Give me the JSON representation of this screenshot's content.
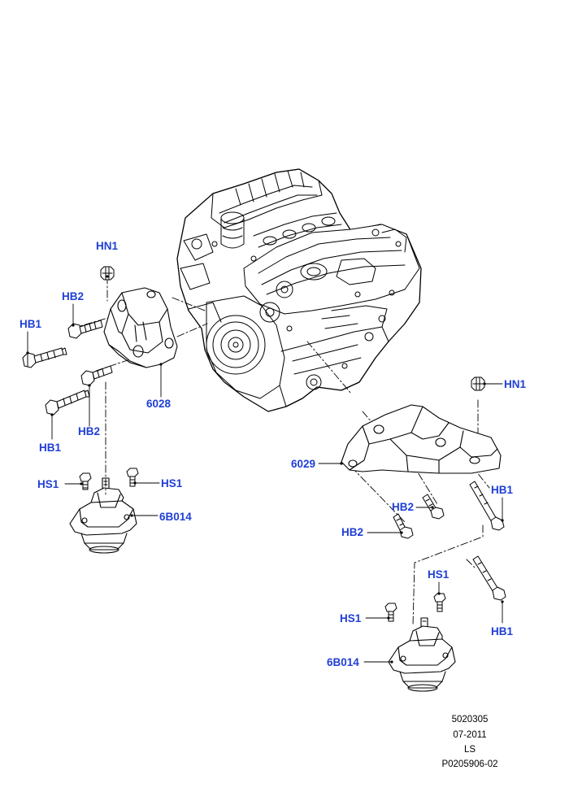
{
  "colors": {
    "callout": "#1f3fd6",
    "line": "#000000"
  },
  "callouts": {
    "left_hn1": "HN1",
    "left_hb2_top": "HB2",
    "left_hb1_top": "HB1",
    "left_6028": "6028",
    "left_hb2_bottom": "HB2",
    "left_hb1_bottom": "HB1",
    "left_hs1_a": "HS1",
    "left_hs1_b": "HS1",
    "left_6b014": "6B014",
    "right_hn1": "HN1",
    "right_6029": "6029",
    "right_hb1_top": "HB1",
    "right_hb2_a": "HB2",
    "right_hb2_b": "HB2",
    "right_hs1_a": "HS1",
    "right_hs1_b": "HS1",
    "right_hb1_bottom": "HB1",
    "right_6b014": "6B014"
  },
  "reference": {
    "line1": "5020305",
    "line2": "07-2011",
    "line3": "LS",
    "line4": "P0205906-02"
  },
  "icons": [
    "engine-illustration",
    "engine-mount-bracket",
    "rubber-mount",
    "nut",
    "bolt"
  ]
}
